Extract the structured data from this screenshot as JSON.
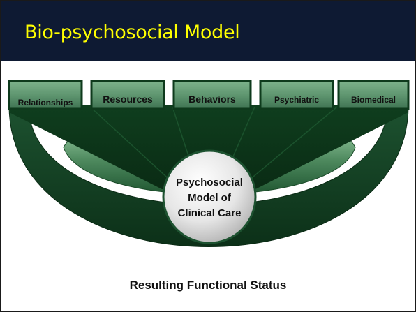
{
  "slide": {
    "title": "Bio-psychosocial Model"
  },
  "diagram": {
    "domains": [
      {
        "label": "Relationships"
      },
      {
        "label": "Resources"
      },
      {
        "label": "Behaviors"
      },
      {
        "label": "Psychiatric"
      },
      {
        "label": "Biomedical"
      }
    ],
    "center": {
      "line1": "Psychosocial",
      "line2": "Model of",
      "line3": "Clinical Care"
    },
    "outcome": "Resulting Functional Status"
  },
  "colors": {
    "title_bar": "#0e1a33",
    "title_text": "#ffff00",
    "dark_green": "#0f3e1e",
    "box_green": "#5f9670",
    "mid_green": "#3f7a52"
  }
}
